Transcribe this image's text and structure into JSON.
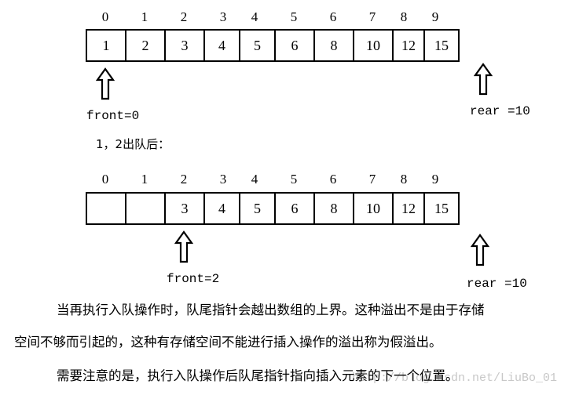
{
  "diagram1": {
    "indices": [
      "0",
      "1",
      "2",
      "3",
      "4",
      "5",
      "6",
      "7",
      "8",
      "9"
    ],
    "values": [
      "1",
      "2",
      "3",
      "4",
      "5",
      "6",
      "8",
      "10",
      "12",
      "15"
    ],
    "front_label": "front=0",
    "rear_label": "rear =10"
  },
  "caption": "1，2出队后：",
  "diagram2": {
    "indices": [
      "0",
      "1",
      "2",
      "3",
      "4",
      "5",
      "6",
      "7",
      "8",
      "9"
    ],
    "values": [
      "",
      "",
      "3",
      "4",
      "5",
      "6",
      "8",
      "10",
      "12",
      "15"
    ],
    "front_label": "front=2",
    "rear_label": "rear =10"
  },
  "paragraphs": [
    "当再执行入队操作时，队尾指针会越出数组的上界。这种溢出不是由于存储",
    "空间不够而引起的，这种有存储空间不能进行插入操作的溢出称为假溢出。",
    "需要注意的是，执行入队操作后队尾指针指向插入元素的下一个位置。"
  ],
  "watermark": "http://blog.csdn.net/LiuBo_01"
}
